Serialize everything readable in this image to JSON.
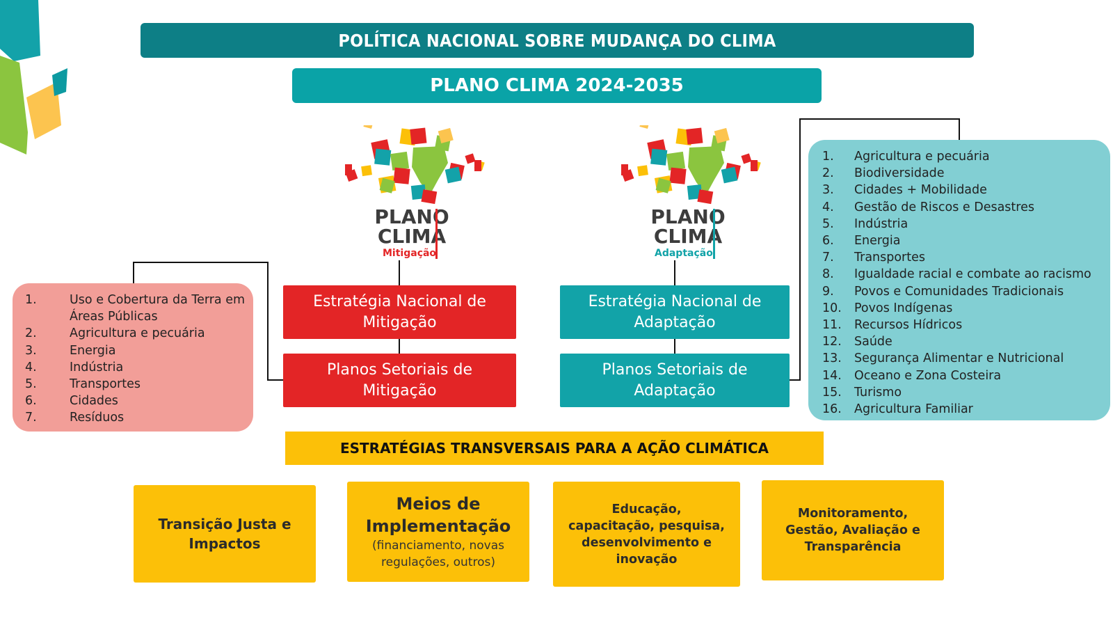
{
  "header": {
    "title": "POLÍTICA NACIONAL SOBRE MUDANÇA DO CLIMA",
    "plan": "PLANO CLIMA 2024-2035"
  },
  "mitigation": {
    "logo_line1": "PLANO",
    "logo_line2": "CLIMA",
    "logo_sub": "Mitigação",
    "strategy_line1": "Estratégia Nacional de",
    "strategy_line2": "Mitigação",
    "plans_line1": "Planos Setoriais de",
    "plans_line2": "Mitigação",
    "sectors": [
      {
        "n": "1.",
        "label": "Uso e Cobertura da Terra em"
      },
      {
        "n": "",
        "label": "Áreas Públicas"
      },
      {
        "n": "2.",
        "label": "Agricultura e pecuária"
      },
      {
        "n": "3.",
        "label": "Energia"
      },
      {
        "n": "4.",
        "label": "Indústria"
      },
      {
        "n": "5.",
        "label": "Transportes"
      },
      {
        "n": "6.",
        "label": "Cidades"
      },
      {
        "n": "7.",
        "label": "Resíduos"
      }
    ]
  },
  "adaptation": {
    "logo_line1": "PLANO",
    "logo_line2": "CLIMA",
    "logo_sub": "Adaptação",
    "strategy_line1": "Estratégia Nacional de",
    "strategy_line2": "Adaptação",
    "plans_line1": "Planos Setoriais de",
    "plans_line2": "Adaptação",
    "sectors": [
      {
        "n": "1.",
        "label": "Agricultura e pecuária"
      },
      {
        "n": "2.",
        "label": "Biodiversidade"
      },
      {
        "n": "3.",
        "label": "Cidades + Mobilidade"
      },
      {
        "n": "4.",
        "label": "Gestão de Riscos e Desastres"
      },
      {
        "n": "5.",
        "label": "Indústria"
      },
      {
        "n": "6.",
        "label": "Energia"
      },
      {
        "n": "7.",
        "label": "Transportes"
      },
      {
        "n": "8.",
        "label": "Igualdade racial e combate ao racismo"
      },
      {
        "n": "9.",
        "label": "Povos e Comunidades Tradicionais"
      },
      {
        "n": "10.",
        "label": "Povos Indígenas"
      },
      {
        "n": "11.",
        "label": "Recursos Hídricos"
      },
      {
        "n": "12.",
        "label": "Saúde"
      },
      {
        "n": "13.",
        "label": "Segurança Alimentar e Nutricional"
      },
      {
        "n": "14.",
        "label": "Oceano e Zona Costeira"
      },
      {
        "n": "15.",
        "label": "Turismo"
      },
      {
        "n": "16.",
        "label": "Agricultura Familiar"
      }
    ]
  },
  "transversal": {
    "title": "ESTRATÉGIAS TRANSVERSAIS PARA A AÇÃO CLIMÁTICA",
    "box1_line1": "Transição Justa e",
    "box1_line2": "Impactos",
    "box2_line1": "Meios de",
    "box2_line2": "Implementação",
    "box2_line3": "(financiamento, novas",
    "box2_line4": "regulações, outros)",
    "box3_line1": "Educação,",
    "box3_line2": "capacitação, pesquisa,",
    "box3_line3": "desenvolvimento e",
    "box3_line4": "inovação",
    "box4_line1": "Monitoramento,",
    "box4_line2": "Gestão, Avaliação e",
    "box4_line3": "Transparência"
  },
  "colors": {
    "dark_teal": "#0d7f86",
    "teal": "#0aa3a7",
    "red": "#e32526",
    "pink": "#f29e98",
    "light_teal": "#82cfd3",
    "yellow": "#fcc008"
  }
}
